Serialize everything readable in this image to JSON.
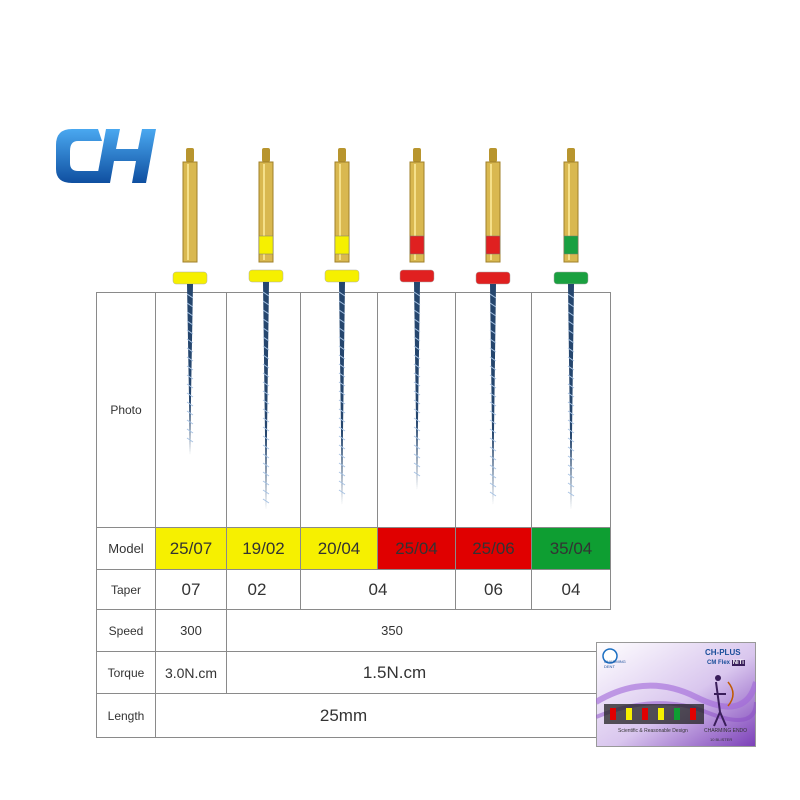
{
  "brand": {
    "logo_text": "CH"
  },
  "table": {
    "row_labels": {
      "photo": "Photo",
      "model": "Model",
      "taper": "Taper",
      "speed": "Speed",
      "torque": "Torque",
      "length": "Length"
    },
    "models": [
      {
        "label": "25/07",
        "color": "#f6f000"
      },
      {
        "label": "19/02",
        "color": "#f6f000"
      },
      {
        "label": "20/04",
        "color": "#f6f000"
      },
      {
        "label": "25/04",
        "color": "#e00000"
      },
      {
        "label": "25/06",
        "color": "#e00000"
      },
      {
        "label": "35/04",
        "color": "#0e9e32"
      }
    ],
    "tapers": [
      "07",
      "02",
      "04",
      "06",
      "04"
    ],
    "speeds": [
      "300",
      "350"
    ],
    "torques": [
      "3.0N.cm",
      "1.5N.cm"
    ],
    "length": "25mm"
  },
  "files": [
    {
      "ring_color": "#f6f000"
    },
    {
      "ring_color": "#f6f000"
    },
    {
      "ring_color": "#f6f000"
    },
    {
      "ring_color": "#e02020"
    },
    {
      "ring_color": "#e02020"
    },
    {
      "ring_color": "#1aa040"
    }
  ],
  "package": {
    "maker": "CHARMING DENT",
    "brand": "CH-PLUS",
    "product": "CM Flex",
    "product_tag": "NiTi",
    "tagline": "Scientific & Reasonable Design",
    "series": "CHARMING ENDO",
    "count": "10 BLISTER"
  },
  "colors": {
    "logo_blue": "#1b6fc2",
    "gold": "#d4b24a",
    "file_blue": "#25466e"
  }
}
